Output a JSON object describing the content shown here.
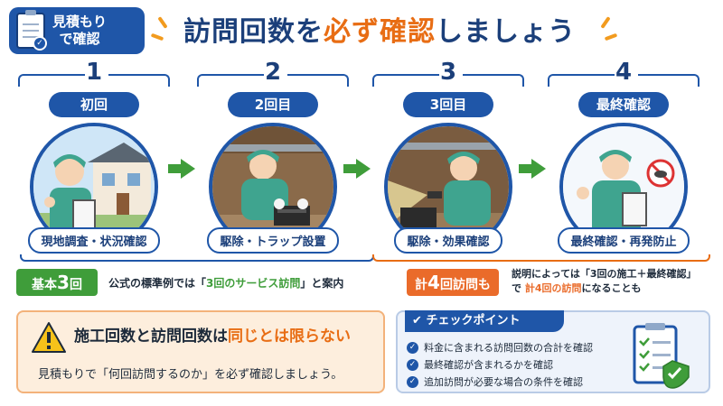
{
  "badge": {
    "line1": "見積もり",
    "line2": "で確認"
  },
  "title": {
    "part1": "訪問回数を",
    "emphasis": "必ず確認",
    "part2": "しましょう"
  },
  "steps": [
    {
      "number": "1",
      "label": "初回",
      "caption": "現地調査・状況確認"
    },
    {
      "number": "2",
      "label": "2回目",
      "caption": "駆除・トラップ設置"
    },
    {
      "number": "3",
      "label": "3回目",
      "caption": "駆除・効果確認"
    },
    {
      "number": "4",
      "label": "最終確認",
      "caption": "最終確認・再発防止"
    }
  ],
  "basic": {
    "prefix": "基本",
    "count": "3",
    "suffix": "回",
    "text_a": "公式の標準例では「",
    "text_em": "3回のサービス訪問",
    "text_b": "」と案内"
  },
  "plus": {
    "prefix": "計",
    "count": "4",
    "suffix": "回訪問も",
    "line1": "説明によっては「3回の施工＋最終確認」",
    "line2_a": "で",
    "line2_em": "計4回の訪問",
    "line2_b": "になることも"
  },
  "warning": {
    "head_a": "施工回数と訪問回数は",
    "head_em": "同じとは限らない",
    "body": "見積もりで「何回訪問するのか」を必ず確認しましょう。"
  },
  "checkpoint": {
    "title": "チェックポイント",
    "items": [
      "料金に含まれる訪問回数の合計を確認",
      "最終確認が含まれるかを確認",
      "追加訪問が必要な場合の条件を確認"
    ]
  },
  "colors": {
    "blue": "#1f56a8",
    "orange": "#e86d14",
    "green": "#3f9d3a"
  },
  "icons": [
    "clipboard-icon",
    "warning-icon",
    "check-icon",
    "shield-check-icon",
    "arrow-right-icon",
    "no-rodent-icon"
  ]
}
